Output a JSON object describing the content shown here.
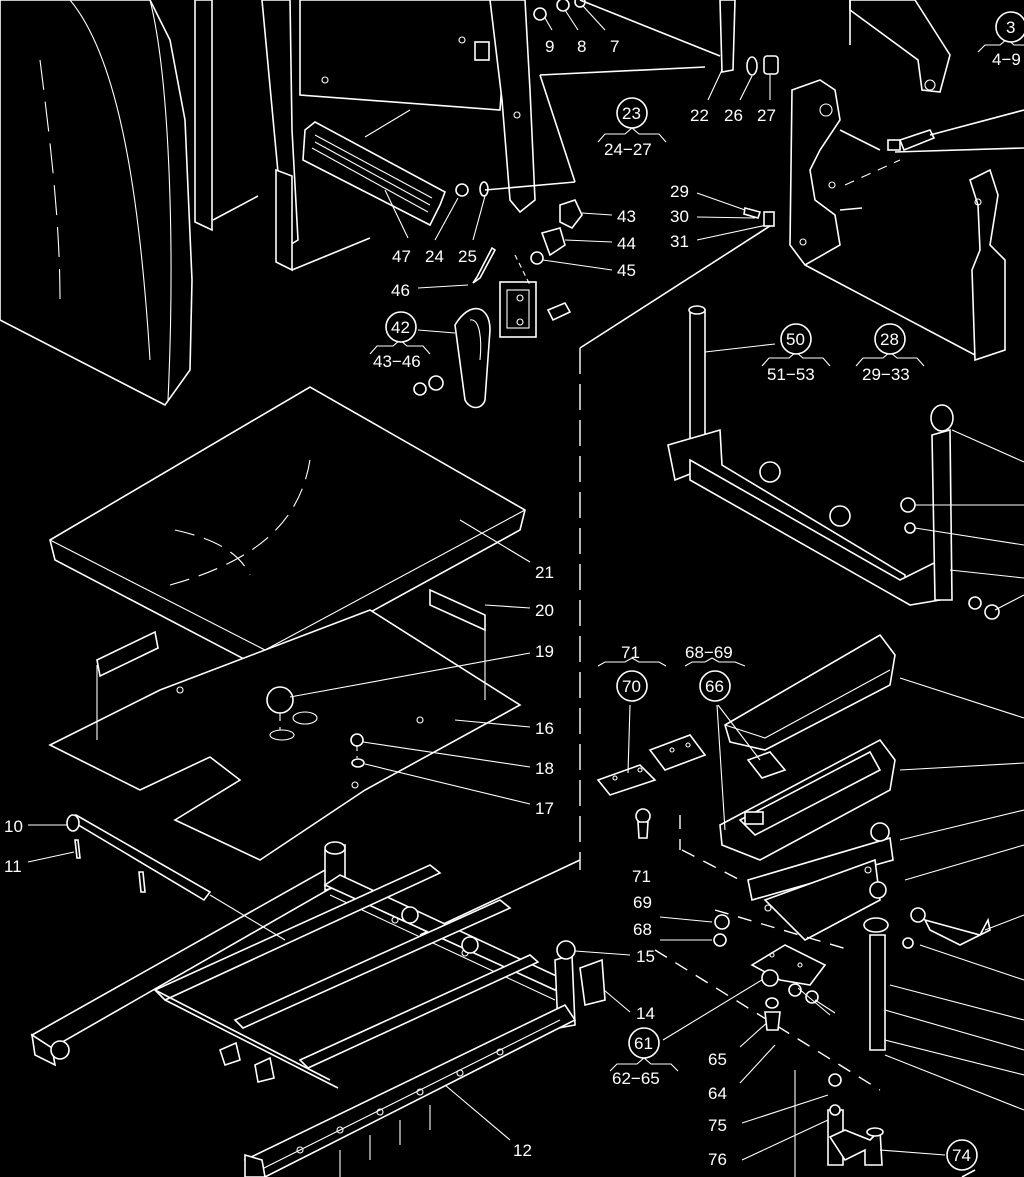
{
  "labels": [
    {
      "id": "n9",
      "text": "9"
    },
    {
      "id": "n8",
      "text": "8"
    },
    {
      "id": "n7",
      "text": "7"
    },
    {
      "id": "n22",
      "text": "22"
    },
    {
      "id": "n26",
      "text": "26"
    },
    {
      "id": "n27",
      "text": "27"
    },
    {
      "id": "n29",
      "text": "29"
    },
    {
      "id": "n30",
      "text": "30"
    },
    {
      "id": "n31",
      "text": "31"
    },
    {
      "id": "n47",
      "text": "47"
    },
    {
      "id": "n24",
      "text": "24"
    },
    {
      "id": "n25",
      "text": "25"
    },
    {
      "id": "n43",
      "text": "43"
    },
    {
      "id": "n44",
      "text": "44"
    },
    {
      "id": "n45",
      "text": "45"
    },
    {
      "id": "n46",
      "text": "46"
    },
    {
      "id": "n21",
      "text": "21"
    },
    {
      "id": "n20",
      "text": "20"
    },
    {
      "id": "n19",
      "text": "19"
    },
    {
      "id": "n16",
      "text": "16"
    },
    {
      "id": "n18",
      "text": "18"
    },
    {
      "id": "n17",
      "text": "17"
    },
    {
      "id": "n10",
      "text": "10"
    },
    {
      "id": "n11",
      "text": "11"
    },
    {
      "id": "n71a",
      "text": "71"
    },
    {
      "id": "n6869",
      "text": "68−69"
    },
    {
      "id": "n71b",
      "text": "71"
    },
    {
      "id": "n69",
      "text": "69"
    },
    {
      "id": "n68",
      "text": "68"
    },
    {
      "id": "n15",
      "text": "15"
    },
    {
      "id": "n14",
      "text": "14"
    },
    {
      "id": "n65",
      "text": "65"
    },
    {
      "id": "n64",
      "text": "64"
    },
    {
      "id": "n75",
      "text": "75"
    },
    {
      "id": "n76",
      "text": "76"
    },
    {
      "id": "n12",
      "text": "12"
    },
    {
      "id": "r2427",
      "text": "24−27"
    },
    {
      "id": "r4346",
      "text": "43−46"
    },
    {
      "id": "r5153",
      "text": "51−53"
    },
    {
      "id": "r2933",
      "text": "29−33"
    },
    {
      "id": "r6265",
      "text": "62−65"
    },
    {
      "id": "r49",
      "text": "4−9"
    }
  ],
  "callouts": [
    {
      "id": "c23",
      "text": "23"
    },
    {
      "id": "c42",
      "text": "42"
    },
    {
      "id": "c50",
      "text": "50"
    },
    {
      "id": "c28",
      "text": "28"
    },
    {
      "id": "c70",
      "text": "70"
    },
    {
      "id": "c66",
      "text": "66"
    },
    {
      "id": "c61",
      "text": "61"
    },
    {
      "id": "c74",
      "text": "74"
    },
    {
      "id": "c3",
      "text": "3"
    }
  ]
}
